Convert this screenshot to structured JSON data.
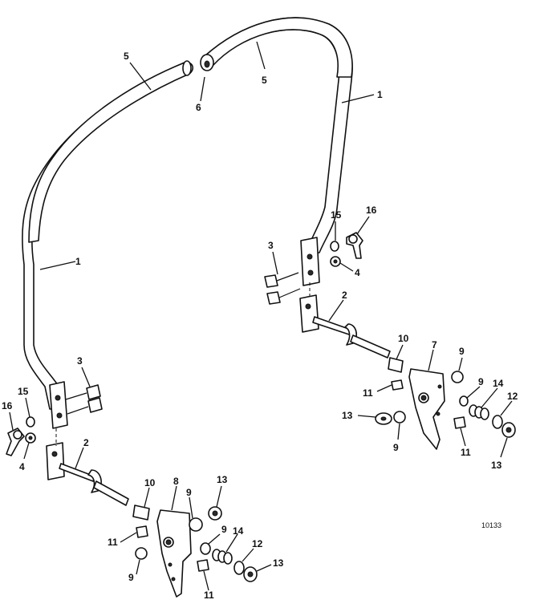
{
  "callouts": {
    "c1_right": "1",
    "c1_left": "1",
    "c2_right": "2",
    "c2_left": "2",
    "c3_right": "3",
    "c3_left": "3",
    "c4_right": "4",
    "c4_left": "4",
    "c5_left": "5",
    "c5_right": "5",
    "c6": "6",
    "c7": "7",
    "c8": "8",
    "c9_r1": "9",
    "c9_r2": "9",
    "c9_r3": "9",
    "c9_l1": "9",
    "c9_l2": "9",
    "c9_l3": "9",
    "c10_right": "10",
    "c10_left": "10",
    "c11_r1": "11",
    "c11_r2": "11",
    "c11_l1": "11",
    "c11_l2": "11",
    "c12_right": "12",
    "c12_left": "12",
    "c13_r1": "13",
    "c13_r2": "13",
    "c13_l1": "13",
    "c13_l2": "13",
    "c14_right": "14",
    "c14_left": "14",
    "c15_right": "15",
    "c15_left": "15",
    "c16_right": "16",
    "c16_left": "16"
  },
  "figure_ref": "10133"
}
